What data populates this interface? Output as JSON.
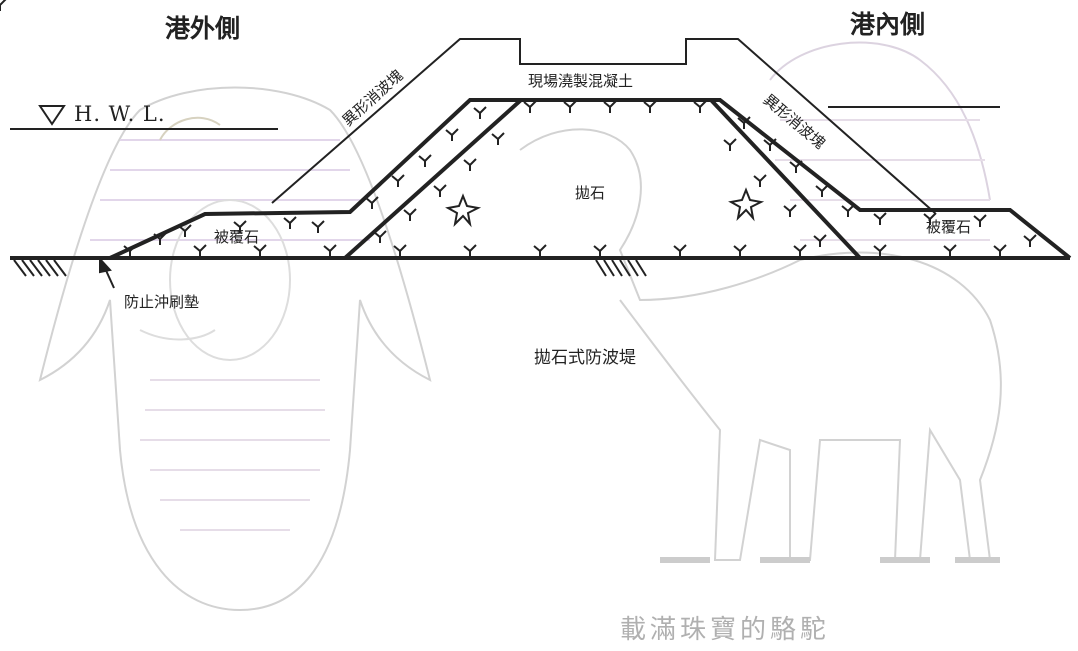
{
  "colors": {
    "ink": "#222222",
    "faint_drawing": "#c9c9c9",
    "caption_gray": "#b0b0b0"
  },
  "labels": {
    "seaward_side": "港外側",
    "harbor_side": "港內側",
    "water_level": "H. W. L.",
    "armor_units_left": "異形消波塊",
    "armor_units_right": "異形消波塊",
    "crown_concrete": "現場澆製混凝土",
    "core_rubble": "拋石",
    "cover_stone_left": "被覆石",
    "cover_stone_right": "被覆石",
    "scour_mat": "防止沖刷墊",
    "breakwater_type": "拋石式防波堤",
    "background_caption": "載滿珠寶的駱駝"
  },
  "icons": {
    "water_level": "triangle-down-icon",
    "scour_mat_pointer": "arrow-up-icon",
    "seabed_left": "seabed-hatch-icon",
    "seabed_mid": "seabed-hatch-icon"
  }
}
